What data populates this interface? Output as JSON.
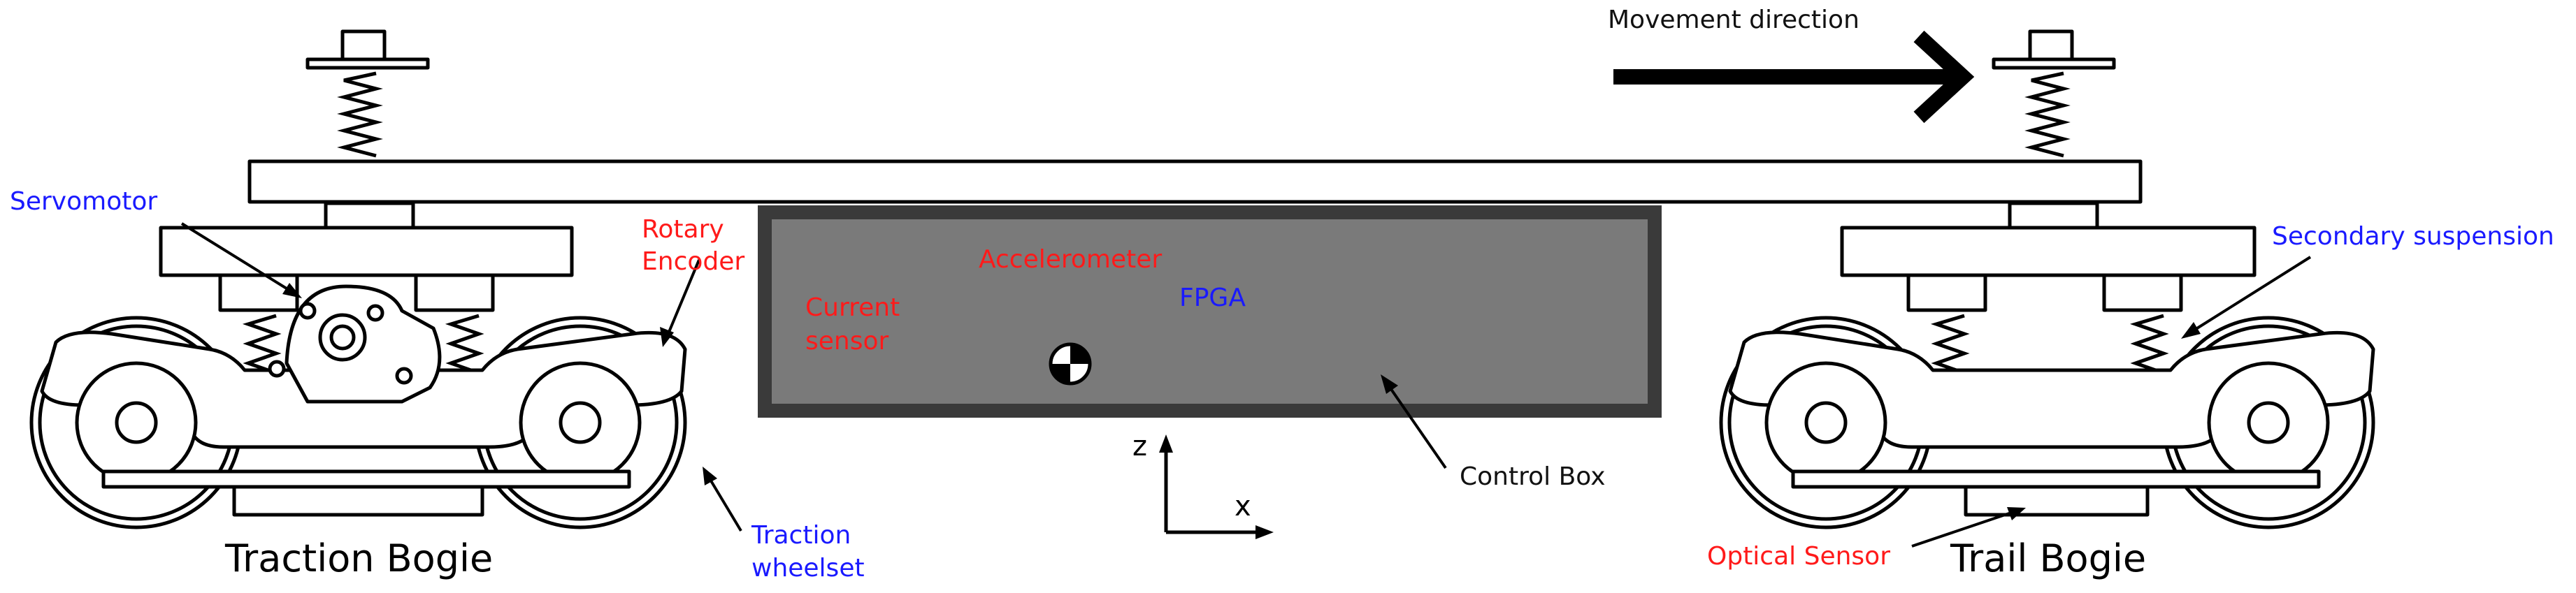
{
  "labels": {
    "movement_direction": "Movement direction",
    "servomotor": "Servomotor",
    "rotary_encoder_line1": "Rotary",
    "rotary_encoder_line2": "Encoder",
    "accelerometer": "Accelerometer",
    "fpga": "FPGA",
    "current_sensor_line1": "Current",
    "current_sensor_line2": "sensor",
    "control_box": "Control Box",
    "secondary_suspension": "Secondary suspension",
    "traction_wheelset_line1": "Traction",
    "traction_wheelset_line2": "wheelset",
    "traction_bogie": "Traction Bogie",
    "optical_sensor": "Optical Sensor",
    "trail_bogie": "Trail Bogie",
    "axis_z": "z",
    "axis_x": "x"
  },
  "colors": {
    "component_blue": "#1a1aff",
    "sensor_red": "#ff1a1a",
    "annotation_black": "#111111",
    "control_box_fill": "#7a7a7a",
    "control_box_border": "#3a3a3a"
  },
  "icons": {
    "center_of_mass": "center-of-mass-icon",
    "movement_arrow": "arrow-right-icon"
  }
}
